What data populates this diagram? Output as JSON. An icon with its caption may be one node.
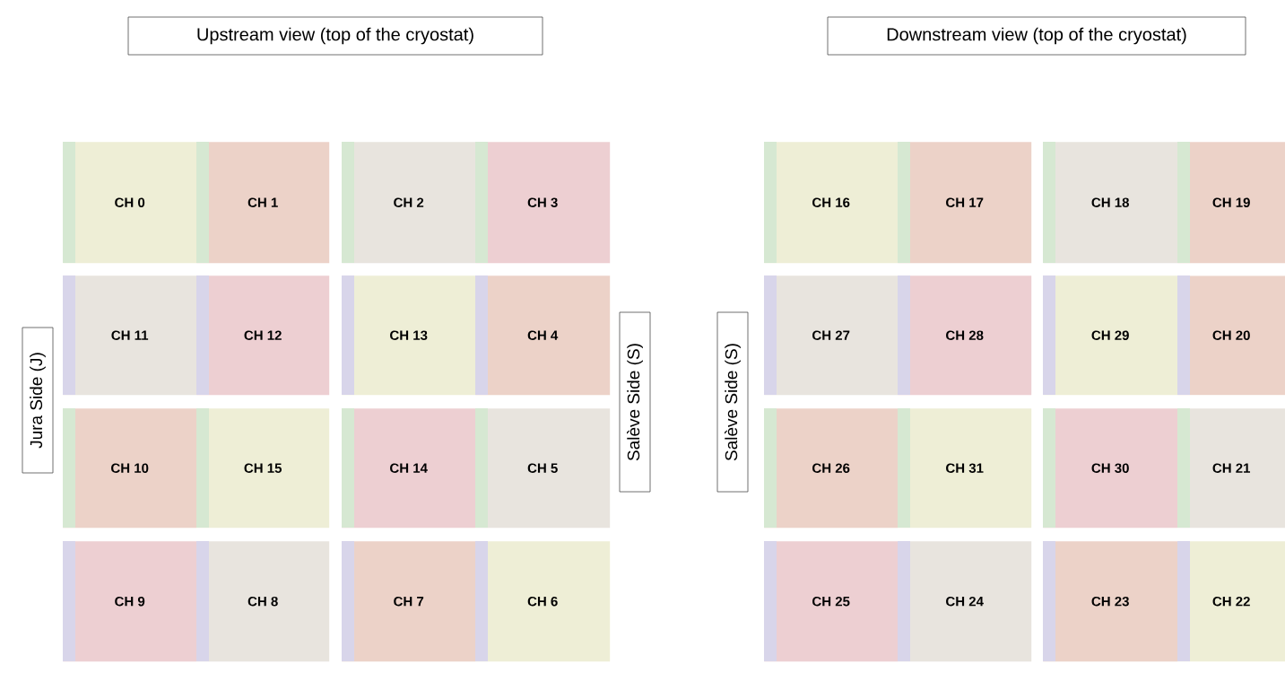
{
  "diagram": {
    "nodes": [
      {
        "text": [
          "CH 0"
        ]
      },
      {
        "text": [
          "CH 1"
        ]
      },
      {
        "text": [
          "CH 2"
        ]
      },
      {
        "text": [
          "CH 3"
        ]
      },
      {
        "text": [
          "CH 11"
        ]
      },
      {
        "text": [
          "CH 12"
        ]
      },
      {
        "text": [
          "CH 13"
        ]
      },
      {
        "text": [
          "CH 4"
        ]
      },
      {
        "text": [
          "CH 10"
        ]
      },
      {
        "text": [
          "CH 15"
        ]
      },
      {
        "text": [
          "CH 14"
        ]
      },
      {
        "text": [
          "CH 5"
        ]
      },
      {
        "text": [
          "CH 9"
        ]
      },
      {
        "text": [
          "CH 8"
        ]
      },
      {
        "text": [
          "CH 7"
        ]
      },
      {
        "text": [
          "CH 6"
        ]
      },
      {
        "text": [
          "CH 16"
        ]
      },
      {
        "text": [
          "CH 17"
        ]
      },
      {
        "text": [
          "CH 18"
        ]
      },
      {
        "text": [
          "CH 19"
        ]
      },
      {
        "text": [
          "CH 27"
        ]
      },
      {
        "text": [
          "CH 28"
        ]
      },
      {
        "text": [
          "CH 29"
        ]
      },
      {
        "text": [
          "CH 20"
        ]
      },
      {
        "text": [
          "CH 26"
        ]
      },
      {
        "text": [
          "CH 31"
        ]
      },
      {
        "text": [
          "CH 30"
        ]
      },
      {
        "text": [
          "CH 21"
        ]
      },
      {
        "text": [
          "CH 25"
        ]
      },
      {
        "text": [
          "CH 24"
        ]
      },
      {
        "text": [
          "CH 23"
        ]
      },
      {
        "text": [
          "CH 22"
        ]
      }
    ],
    "labels": [
      "Upstream view (top of the cryostat)",
      "Downstream view (top of the cryostat)",
      "Jura Side (J)",
      "Salève Side (S)",
      "Salève Side (S)"
    ]
  }
}
